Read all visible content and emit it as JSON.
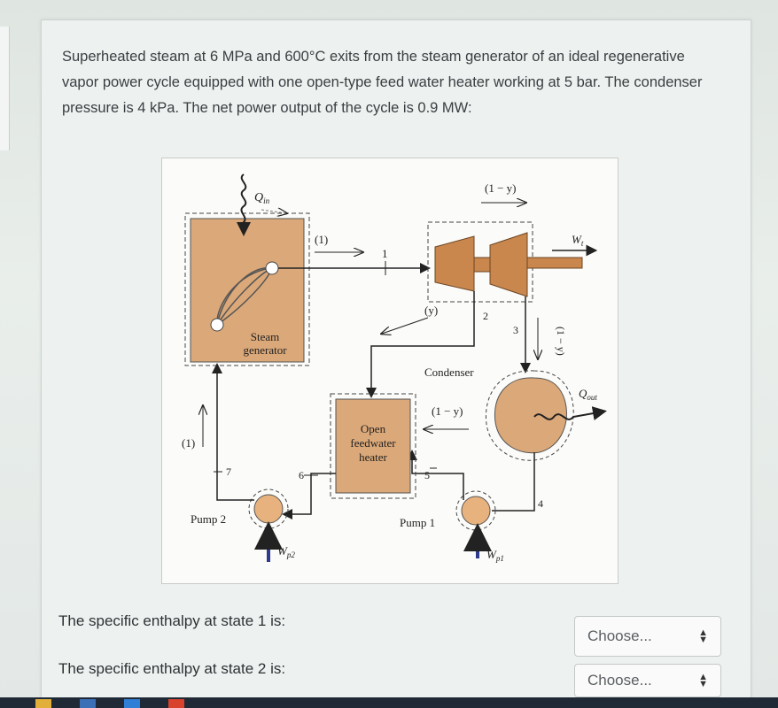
{
  "question": {
    "text": "Superheated steam at 6 MPa and 600°C exits from the steam generator of an ideal regenerative vapor power cycle equipped with one open-type feed water heater working at 5 bar. The condenser pressure is 4 kPa. The net power output of the cycle is 0.9 MW:"
  },
  "diagram": {
    "q_in": "Q",
    "q_in_sub": "in",
    "q_out": "Q",
    "q_out_sub": "out",
    "w_t": "W",
    "w_t_sub": "t",
    "w_p1": "W",
    "w_p1_sub": "p1",
    "w_p2": "W",
    "w_p2_sub": "p2",
    "steam_generator_line1": "Steam",
    "steam_generator_line2": "generator",
    "heater_line1": "Open",
    "heater_line2": "feedwater",
    "heater_line3": "heater",
    "condenser": "Condenser",
    "pump1": "Pump 1",
    "pump2": "Pump 2",
    "flow_one_top": "(1)",
    "flow_one_left": "(1)",
    "flow_y": "(y)",
    "flow_one_minus_y_top": "(1 − y)",
    "flow_one_minus_y_right": "(1 − y)",
    "flow_one_minus_y_heater": "(1 − y)",
    "state1": "1",
    "state2": "2",
    "state3": "3",
    "state4": "4",
    "state5": "5",
    "state6": "6",
    "state7": "7"
  },
  "answers": [
    {
      "label": "The specific enthalpy at state 1 is:",
      "selected": "Choose..."
    },
    {
      "label": "The specific enthalpy at state 2 is:",
      "selected": "Choose..."
    }
  ],
  "colors": {
    "component_fill": "#dba879",
    "turbine_fill": "#c9874e",
    "pump_fill": "#e8b27e",
    "flow_arrow": "#2e3a8c"
  }
}
